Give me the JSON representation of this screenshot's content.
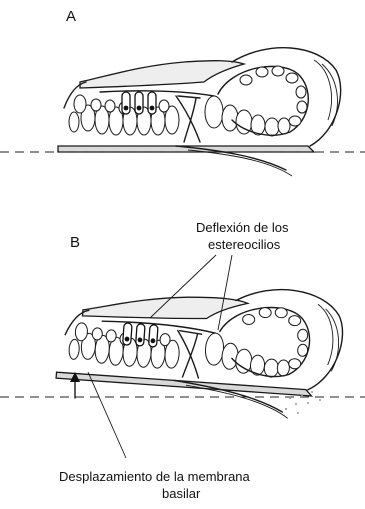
{
  "panels": [
    {
      "letter": "A"
    },
    {
      "letter": "B"
    }
  ],
  "annotations": {
    "stereocilia_deflection_line1": "Deflexión de los",
    "stereocilia_deflection_line2": "estereocilios",
    "basilar_displacement_line1": "Desplazamiento de la membrana",
    "basilar_displacement_line2": "basilar"
  }
}
